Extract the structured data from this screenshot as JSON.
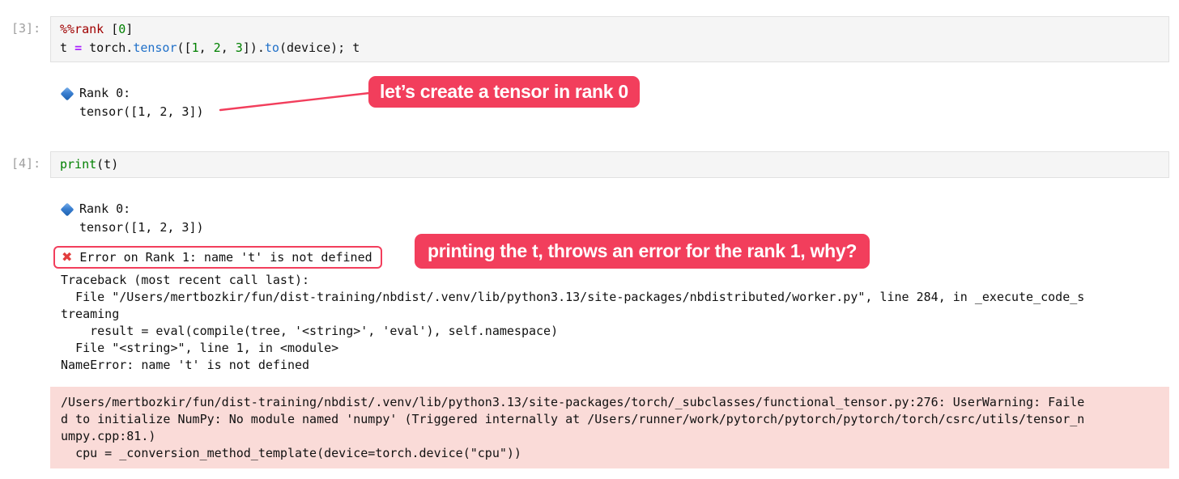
{
  "colors": {
    "annotation_pink": "#f23e5c",
    "warning_bg": "#fadbd8",
    "cell_bg": "#f5f5f5",
    "cell_border": "#e1e1e1",
    "prompt_gray": "#9f9f9f",
    "magic_red": "#a00000",
    "number_green": "#008000",
    "operator_purple": "#aa22ff",
    "function_blue": "#2171c9",
    "diamond_blue": "#1b5fae",
    "error_x_red": "#e23d3d"
  },
  "cells": [
    {
      "prompt": "[3]:",
      "lines": [
        [
          {
            "t": "%%rank ",
            "c": "magic"
          },
          {
            "t": "[",
            "c": "plain"
          },
          {
            "t": "0",
            "c": "num"
          },
          {
            "t": "]",
            "c": "plain"
          }
        ],
        [
          {
            "t": "t ",
            "c": "plain"
          },
          {
            "t": "=",
            "c": "op"
          },
          {
            "t": " torch.",
            "c": "plain"
          },
          {
            "t": "tensor",
            "c": "fn"
          },
          {
            "t": "([",
            "c": "plain"
          },
          {
            "t": "1",
            "c": "num"
          },
          {
            "t": ", ",
            "c": "plain"
          },
          {
            "t": "2",
            "c": "num"
          },
          {
            "t": ", ",
            "c": "plain"
          },
          {
            "t": "3",
            "c": "num"
          },
          {
            "t": "]).",
            "c": "plain"
          },
          {
            "t": "to",
            "c": "fn"
          },
          {
            "t": "(device); t",
            "c": "plain"
          }
        ]
      ]
    },
    {
      "prompt": "[4]:",
      "lines": [
        [
          {
            "t": "print",
            "c": "builtin"
          },
          {
            "t": "(t)",
            "c": "plain"
          }
        ]
      ]
    }
  ],
  "output1": {
    "rank_label": "Rank 0:",
    "tensor_value": "tensor([1, 2, 3])"
  },
  "output2": {
    "rank_label": "Rank 0:",
    "tensor_value": "tensor([1, 2, 3])",
    "error_icon": "✖",
    "error_label": "Error on Rank 1: name 't' is not defined",
    "traceback": "Traceback (most recent call last):\n  File \"/Users/mertbozkir/fun/dist-training/nbdist/.venv/lib/python3.13/site-packages/nbdistributed/worker.py\", line 284, in _execute_code_streaming\n    result = eval(compile(tree, '<string>', 'eval'), self.namespace)\n  File \"<string>\", line 1, in <module>\nNameError: name 't' is not defined"
  },
  "annotations": {
    "note1": "let’s create a tensor in rank 0",
    "note2": "printing the t, throws an error for the rank 1, why?"
  },
  "warning": {
    "text": "/Users/mertbozkir/fun/dist-training/nbdist/.venv/lib/python3.13/site-packages/torch/_subclasses/functional_tensor.py:276: UserWarning: Failed to initialize NumPy: No module named 'numpy' (Triggered internally at /Users/runner/work/pytorch/pytorch/pytorch/torch/csrc/utils/tensor_numpy.cpp:81.)\n  cpu = _conversion_method_template(device=torch.device(\"cpu\"))"
  }
}
